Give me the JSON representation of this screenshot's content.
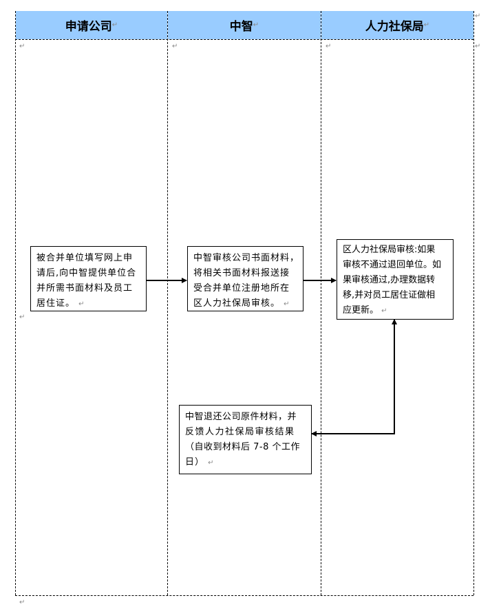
{
  "header": {
    "columns": [
      "申请公司",
      "中智",
      "人力社保局"
    ],
    "fill_color": "#99ccff"
  },
  "boxes": {
    "company": [
      "被合并单位填写网上申",
      "请后,向中智提供单位合",
      "并所需书面材料及员工",
      "居住证。"
    ],
    "zhongzhi_review": [
      "中智审核公司书面材料，",
      "将相关书面材料报送接",
      "受合并单位注册地所在",
      "区人力社保局审核。"
    ],
    "bureau_review": [
      "区人力社保局审核:如果",
      "审核不通过退回单位。如",
      "果审核通过,办理数据转",
      "移,并对员工居住证做相",
      "应更新。"
    ],
    "zhongzhi_return": [
      "中智退还公司原件材料，并",
      "反馈人力社保局审核结果",
      "（自收到材料后 7-8 个工作",
      "日）"
    ]
  },
  "paragraph_mark": "↵"
}
